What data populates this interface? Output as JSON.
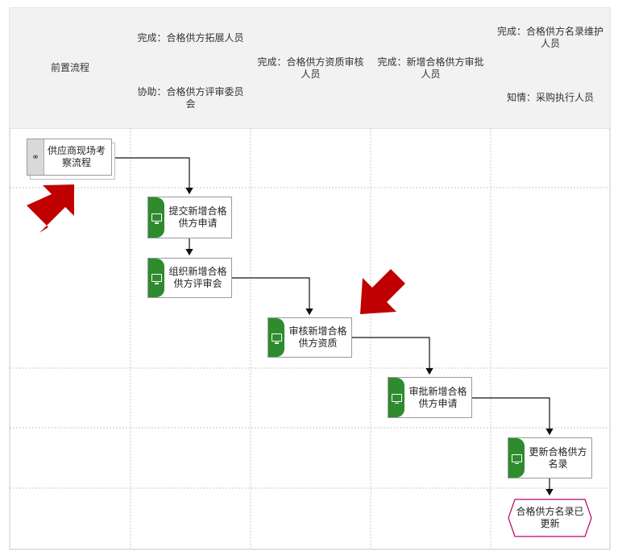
{
  "columns": [
    {
      "id": "col-0",
      "header_single": "前置流程"
    },
    {
      "id": "col-1",
      "header_top": "完成：合格供方拓展人员",
      "header_bottom": "协助：合格供方评审委员会"
    },
    {
      "id": "col-2",
      "header_single": "完成：合格供方资质审核人员"
    },
    {
      "id": "col-3",
      "header_single": "完成：新增合格供方审批人员"
    },
    {
      "id": "col-4",
      "header_top": "完成：合格供方名录维护人员",
      "header_bottom": "知情：采购执行人员"
    }
  ],
  "nodes": {
    "pre_process": {
      "label": "供应商现场考察流程",
      "icon": "link-icon"
    },
    "submit": {
      "label": "提交新增合格供方申请",
      "icon": "monitor-icon"
    },
    "organize": {
      "label": "组织新增合格供方评审会",
      "icon": "monitor-icon"
    },
    "review": {
      "label": "审核新增合格供方资质",
      "icon": "monitor-icon"
    },
    "approve": {
      "label": "审批新增合格供方申请",
      "icon": "monitor-icon"
    },
    "update": {
      "label": "更新合格供方名录",
      "icon": "monitor-icon"
    },
    "end": {
      "label": "合格供方名录已更新"
    }
  },
  "colors": {
    "task_tab": "#2e8b2e",
    "highlight_arrow": "#c00000",
    "end_border": "#c0006a",
    "header_bg": "#f2f2f2"
  }
}
